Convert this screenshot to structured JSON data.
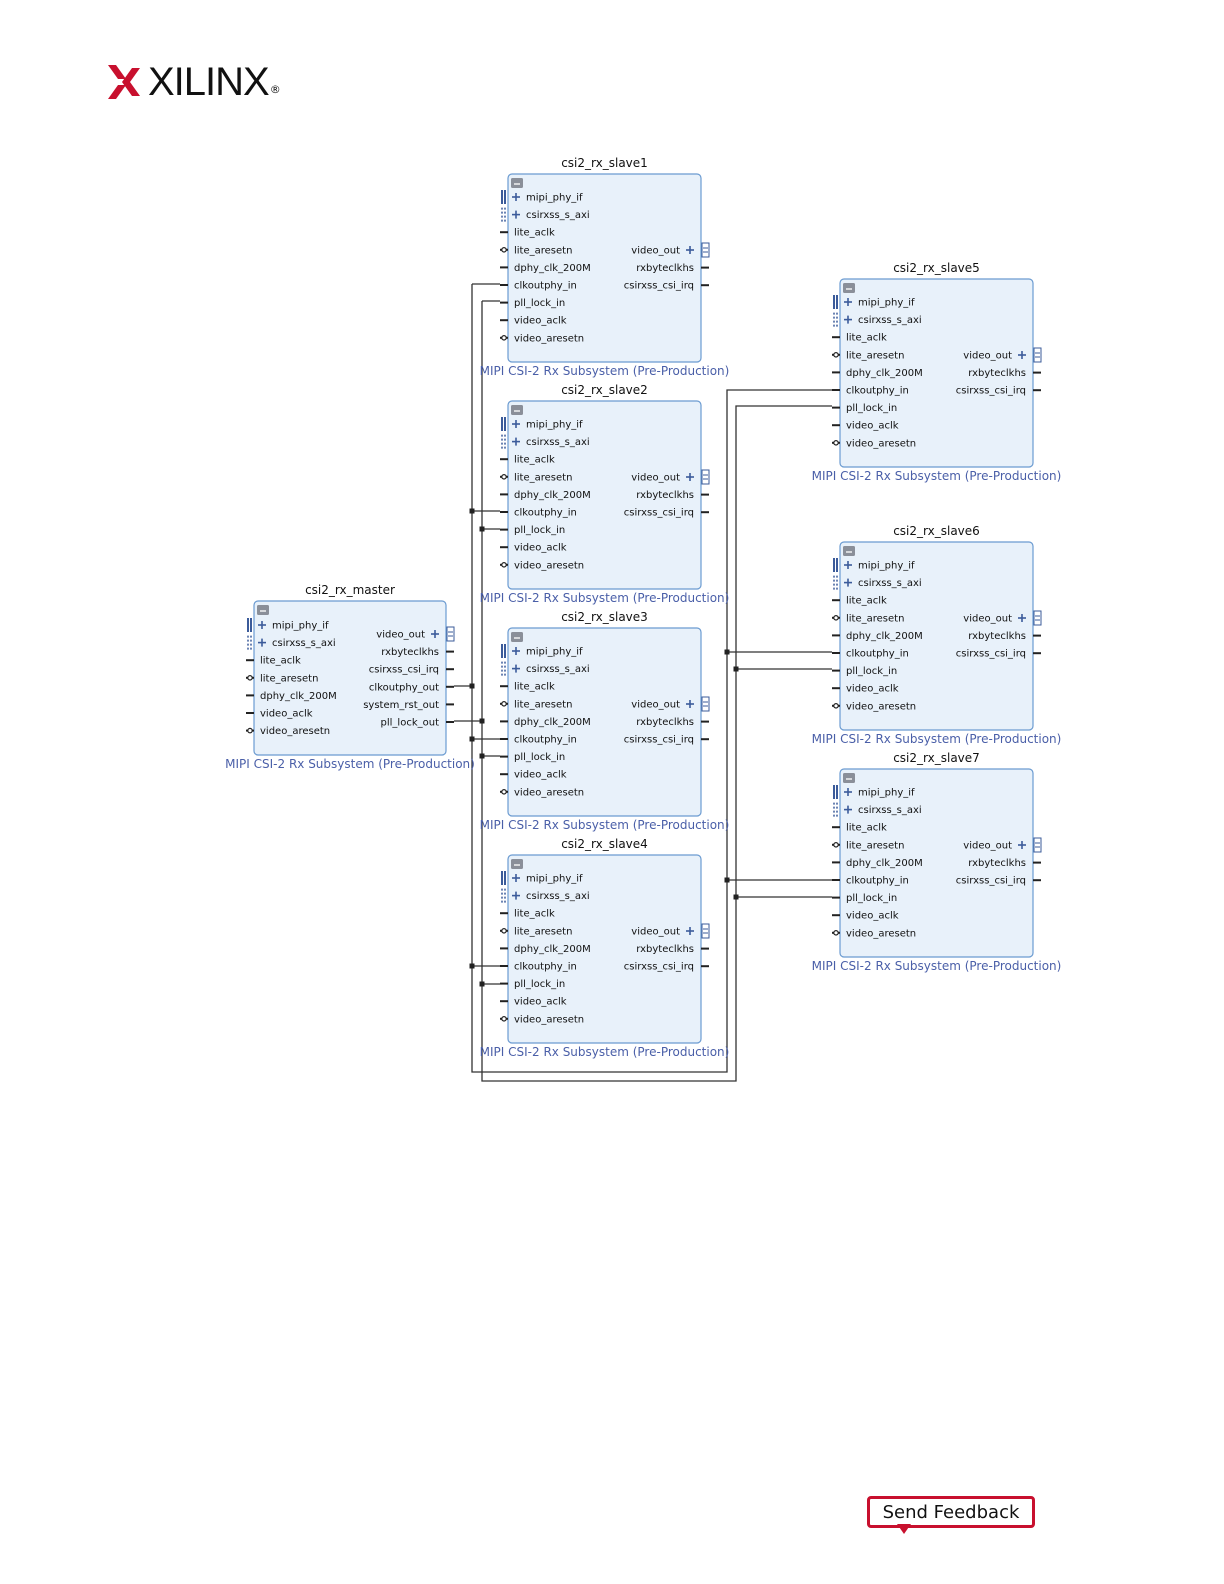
{
  "header": {
    "brand": "XILINX",
    "registered": "®"
  },
  "colors": {
    "brand_red": "#c8102e",
    "block_fill": "#e8f1fa",
    "block_border": "#6b9bd1",
    "subtitle": "#4a5fa8"
  },
  "block_subtitle": "MIPI CSI-2 Rx Subsystem (Pre-Production)",
  "slave_ports": {
    "left": [
      "mipi_phy_if",
      "csirxss_s_axi",
      "lite_aclk",
      "lite_aresetn",
      "dphy_clk_200M",
      "clkoutphy_in",
      "pll_lock_in",
      "video_aclk",
      "video_aresetn"
    ],
    "right": [
      "video_out",
      "rxbyteclkhs",
      "csirxss_csi_irq"
    ]
  },
  "master_ports": {
    "left": [
      "mipi_phy_if",
      "csirxss_s_axi",
      "lite_aclk",
      "lite_aresetn",
      "dphy_clk_200M",
      "video_aclk",
      "video_aresetn"
    ],
    "right": [
      "video_out",
      "rxbyteclkhs",
      "csirxss_csi_irq",
      "clkoutphy_out",
      "system_rst_out",
      "pll_lock_out"
    ]
  },
  "blocks": [
    {
      "name": "csi2_rx_master",
      "kind": "master"
    },
    {
      "name": "csi2_rx_slave1",
      "kind": "slave"
    },
    {
      "name": "csi2_rx_slave2",
      "kind": "slave"
    },
    {
      "name": "csi2_rx_slave3",
      "kind": "slave"
    },
    {
      "name": "csi2_rx_slave4",
      "kind": "slave"
    },
    {
      "name": "csi2_rx_slave5",
      "kind": "slave"
    },
    {
      "name": "csi2_rx_slave6",
      "kind": "slave"
    },
    {
      "name": "csi2_rx_slave7",
      "kind": "slave"
    }
  ],
  "icons": {
    "collapse": "collapse-icon",
    "expand": "plus-icon",
    "bus": "bus-icon"
  },
  "footer": {
    "feedback_label": "Send Feedback"
  }
}
